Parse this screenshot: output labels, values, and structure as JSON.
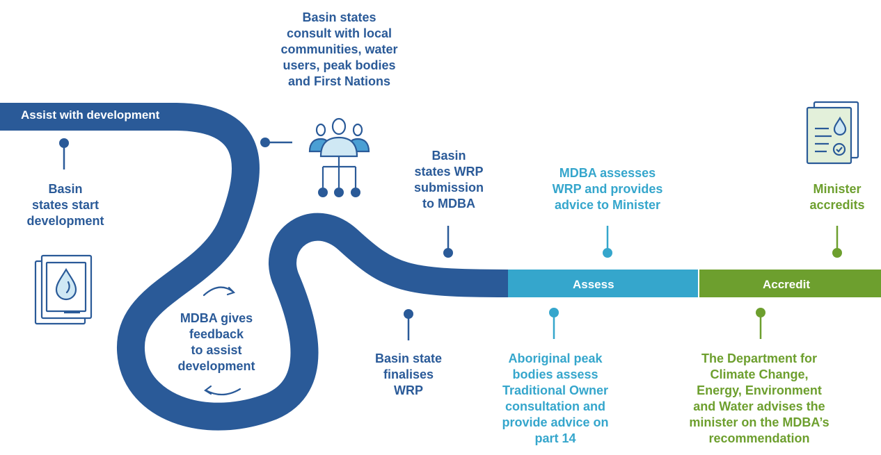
{
  "colors": {
    "dark_blue": "#2A5A98",
    "teal": "#35A6CC",
    "green": "#6D9F2E"
  },
  "bands": {
    "develop": "Assist with development",
    "assess": "Assess",
    "accredit": "Accredit"
  },
  "steps": {
    "start": "Basin\nstates start\ndevelopment",
    "consult": "Basin states\nconsult with local\ncommunities, water\nusers, peak bodies\nand First Nations",
    "feedback": "MDBA gives\nfeedback\nto assist\ndevelopment",
    "finalise": "Basin state\nfinalises\nWRP",
    "submit": "Basin\nstates WRP\nsubmission\nto MDBA",
    "aboriginal": "Aboriginal peak\nbodies assess\nTraditional Owner\nconsultation and\nprovide advice on\npart 14",
    "assess": "MDBA assesses\nWRP and provides\nadvice to Minister",
    "department": "The Department for\nClimate Change,\nEnergy, Environment\nand Water advises the\nminister on the MDBA’s\nrecommendation",
    "accredits": "Minister\naccredits"
  },
  "icons": [
    "water-plan-document-icon",
    "people-group-icon",
    "accredited-certificate-icon",
    "cycle-arrows-icon"
  ]
}
